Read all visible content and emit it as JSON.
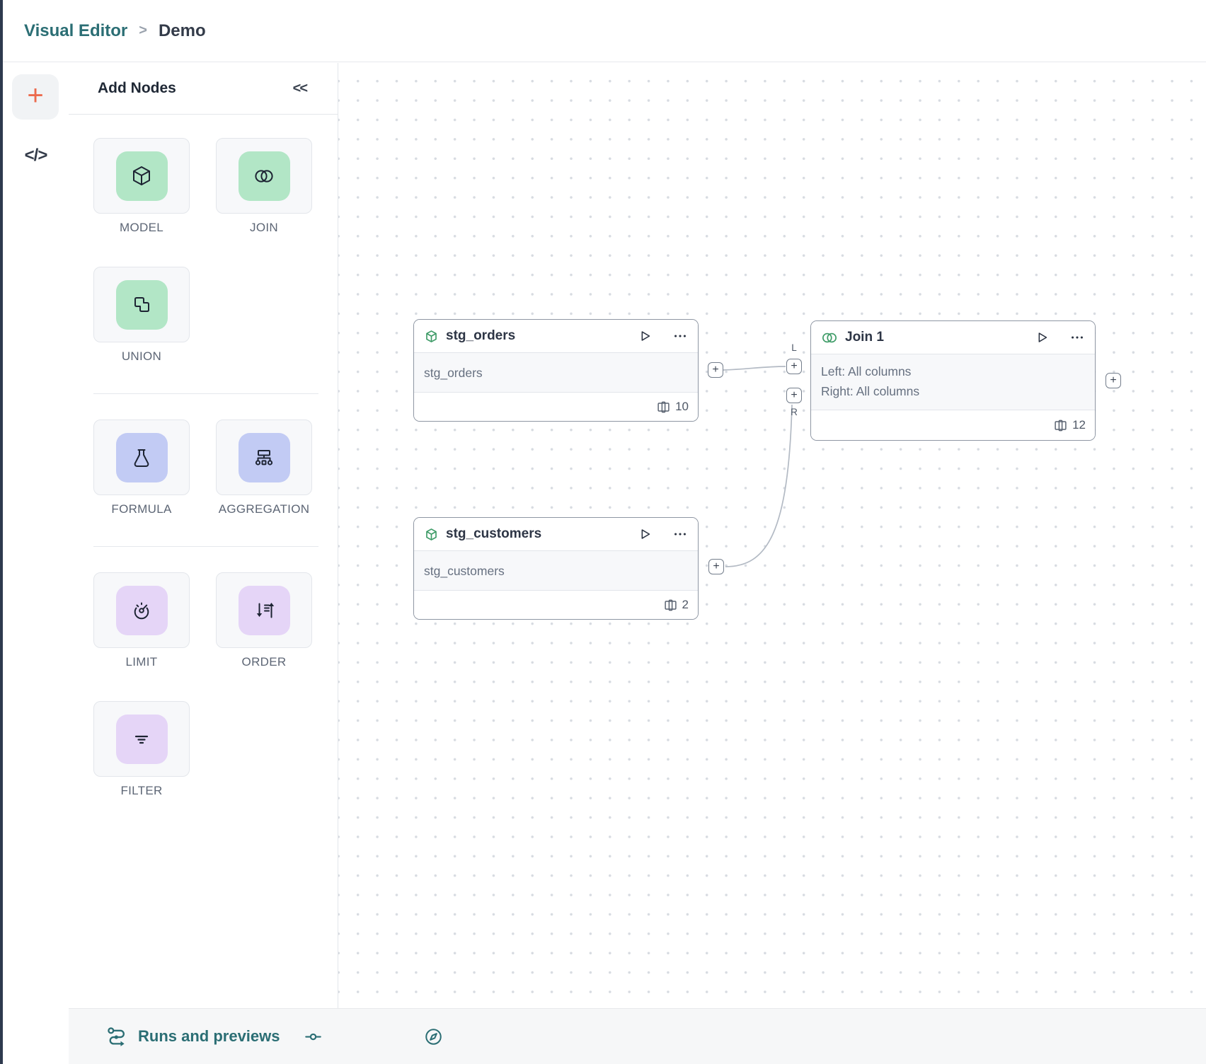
{
  "breadcrumb": {
    "app": "Visual Editor",
    "separator": ">",
    "page": "Demo"
  },
  "left_rail": {
    "add_label": "+",
    "code_label": "</>"
  },
  "panel": {
    "title": "Add Nodes",
    "collapse": "<<",
    "groups": [
      {
        "color": "green",
        "items": [
          {
            "label": "MODEL",
            "icon": "cube-icon"
          },
          {
            "label": "JOIN",
            "icon": "join-circles-icon"
          },
          {
            "label": "UNION",
            "icon": "union-shapes-icon"
          }
        ]
      },
      {
        "color": "blue",
        "items": [
          {
            "label": "FORMULA",
            "icon": "flask-icon"
          },
          {
            "label": "AGGREGATION",
            "icon": "aggregation-icon"
          }
        ]
      },
      {
        "color": "purple",
        "items": [
          {
            "label": "LIMIT",
            "icon": "gauge-icon"
          },
          {
            "label": "ORDER",
            "icon": "sort-icon"
          },
          {
            "label": "FILTER",
            "icon": "filter-lines-icon"
          }
        ]
      }
    ]
  },
  "canvas": {
    "plus": "+",
    "ports": {
      "left": "L",
      "right": "R"
    },
    "nodes": {
      "stg_orders": {
        "title": "stg_orders",
        "subtitle": "stg_orders",
        "column_count": "10"
      },
      "stg_customers": {
        "title": "stg_customers",
        "subtitle": "stg_customers",
        "column_count": "2"
      },
      "join1": {
        "title": "Join 1",
        "left_line": "Left: All columns",
        "right_line": "Right: All columns",
        "column_count": "12"
      }
    }
  },
  "statusbar": {
    "runs_label": "Runs and previews"
  },
  "colors": {
    "brand_teal": "#2b6e74",
    "accent_orange": "#ec6a4d",
    "tile_green": "#b2e6c6",
    "tile_blue": "#c2cbf4",
    "tile_purple": "#e5d5f7",
    "node_icon_green": "#3f9c68",
    "icon_ink": "#1d2433"
  }
}
